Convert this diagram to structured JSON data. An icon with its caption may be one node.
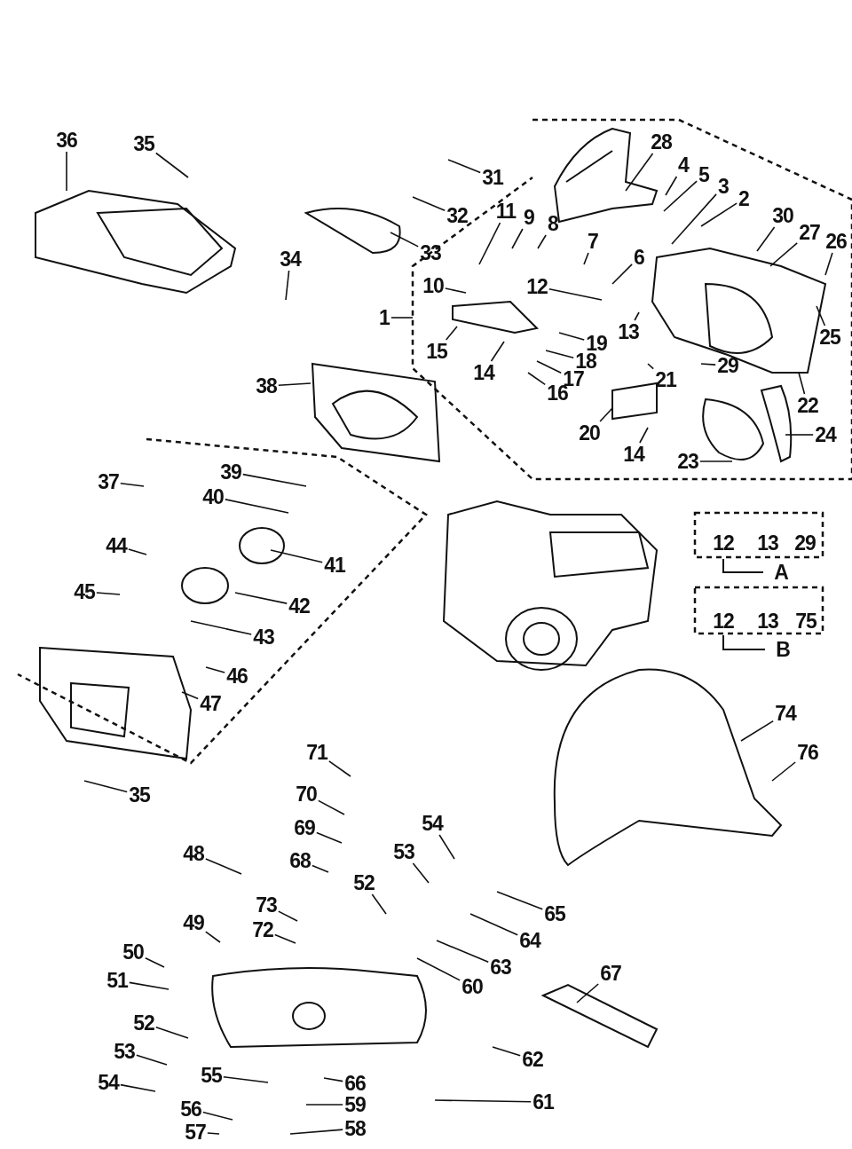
{
  "diagram": {
    "nodes": [
      {
        "text": [
          "36"
        ]
      },
      {
        "text": [
          "35"
        ]
      },
      {
        "text": [
          "31"
        ]
      },
      {
        "text": [
          "32"
        ]
      },
      {
        "text": [
          "33"
        ]
      },
      {
        "text": [
          "34"
        ]
      },
      {
        "text": [
          "28"
        ]
      },
      {
        "text": [
          "4"
        ]
      },
      {
        "text": [
          "5"
        ]
      },
      {
        "text": [
          "3"
        ]
      },
      {
        "text": [
          "2"
        ]
      },
      {
        "text": [
          "30"
        ]
      },
      {
        "text": [
          "27"
        ]
      },
      {
        "text": [
          "26"
        ]
      },
      {
        "text": [
          "11"
        ]
      },
      {
        "text": [
          "9"
        ]
      },
      {
        "text": [
          "8"
        ]
      },
      {
        "text": [
          "7"
        ]
      },
      {
        "text": [
          "6"
        ]
      },
      {
        "text": [
          "10"
        ]
      },
      {
        "text": [
          "12"
        ]
      },
      {
        "text": [
          "1"
        ]
      },
      {
        "text": [
          "13"
        ]
      },
      {
        "text": [
          "25"
        ]
      },
      {
        "text": [
          "15"
        ]
      },
      {
        "text": [
          "19"
        ]
      },
      {
        "text": [
          "18"
        ]
      },
      {
        "text": [
          "14"
        ]
      },
      {
        "text": [
          "17"
        ]
      },
      {
        "text": [
          "16"
        ]
      },
      {
        "text": [
          "21"
        ]
      },
      {
        "text": [
          "29"
        ]
      },
      {
        "text": [
          "38"
        ]
      },
      {
        "text": [
          "22"
        ]
      },
      {
        "text": [
          "20"
        ]
      },
      {
        "text": [
          "24"
        ]
      },
      {
        "text": [
          "14"
        ]
      },
      {
        "text": [
          "23"
        ]
      },
      {
        "text": [
          "39"
        ]
      },
      {
        "text": [
          "37"
        ]
      },
      {
        "text": [
          "40"
        ]
      },
      {
        "text": [
          "44"
        ]
      },
      {
        "text": [
          "41"
        ]
      },
      {
        "text": [
          "45"
        ]
      },
      {
        "text": [
          "42"
        ]
      },
      {
        "text": [
          "43"
        ]
      },
      {
        "text": [
          "46"
        ]
      },
      {
        "text": [
          "47"
        ]
      },
      {
        "text": [
          "74"
        ]
      },
      {
        "text": [
          "71"
        ]
      },
      {
        "text": [
          "76"
        ]
      },
      {
        "text": [
          "35"
        ]
      },
      {
        "text": [
          "70"
        ]
      },
      {
        "text": [
          "69"
        ]
      },
      {
        "text": [
          "54"
        ]
      },
      {
        "text": [
          "48"
        ]
      },
      {
        "text": [
          "68"
        ]
      },
      {
        "text": [
          "53"
        ]
      },
      {
        "text": [
          "52"
        ]
      },
      {
        "text": [
          "73"
        ]
      },
      {
        "text": [
          "65"
        ]
      },
      {
        "text": [
          "49"
        ]
      },
      {
        "text": [
          "72"
        ]
      },
      {
        "text": [
          "64"
        ]
      },
      {
        "text": [
          "50"
        ]
      },
      {
        "text": [
          "63"
        ]
      },
      {
        "text": [
          "67"
        ]
      },
      {
        "text": [
          "51"
        ]
      },
      {
        "text": [
          "60"
        ]
      },
      {
        "text": [
          "52"
        ]
      },
      {
        "text": [
          "53"
        ]
      },
      {
        "text": [
          "62"
        ]
      },
      {
        "text": [
          "55"
        ]
      },
      {
        "text": [
          "66"
        ]
      },
      {
        "text": [
          "54"
        ]
      },
      {
        "text": [
          "56"
        ]
      },
      {
        "text": [
          "59"
        ]
      },
      {
        "text": [
          "61"
        ]
      },
      {
        "text": [
          "57"
        ]
      },
      {
        "text": [
          "58"
        ]
      }
    ],
    "edges": [
      {
        "from": 0,
        "to": null,
        "arrow": "none"
      },
      {
        "from": 1,
        "to": null,
        "arrow": "none"
      },
      {
        "from": 2,
        "to": null,
        "arrow": "none"
      },
      {
        "from": 3,
        "to": null,
        "arrow": "none"
      },
      {
        "from": 4,
        "to": null,
        "arrow": "none"
      },
      {
        "from": 5,
        "to": null,
        "arrow": "none"
      },
      {
        "from": 6,
        "to": null,
        "arrow": "none"
      },
      {
        "from": 7,
        "to": null,
        "arrow": "none"
      },
      {
        "from": 8,
        "to": null,
        "arrow": "none"
      },
      {
        "from": 9,
        "to": null,
        "arrow": "none"
      },
      {
        "from": 10,
        "to": null,
        "arrow": "none"
      },
      {
        "from": 11,
        "to": null,
        "arrow": "none"
      },
      {
        "from": 12,
        "to": null,
        "arrow": "none"
      },
      {
        "from": 13,
        "to": null,
        "arrow": "none"
      },
      {
        "from": 14,
        "to": null,
        "arrow": "none"
      },
      {
        "from": 15,
        "to": null,
        "arrow": "none"
      },
      {
        "from": 16,
        "to": null,
        "arrow": "none"
      },
      {
        "from": 17,
        "to": null,
        "arrow": "none"
      },
      {
        "from": 18,
        "to": null,
        "arrow": "none"
      },
      {
        "from": 19,
        "to": null,
        "arrow": "none"
      },
      {
        "from": 20,
        "to": null,
        "arrow": "none"
      },
      {
        "from": 21,
        "to": null,
        "arrow": "none"
      },
      {
        "from": 22,
        "to": null,
        "arrow": "none"
      },
      {
        "from": 23,
        "to": null,
        "arrow": "none"
      },
      {
        "from": 24,
        "to": null,
        "arrow": "none"
      },
      {
        "from": 25,
        "to": null,
        "arrow": "none"
      },
      {
        "from": 26,
        "to": null,
        "arrow": "none"
      },
      {
        "from": 27,
        "to": null,
        "arrow": "none"
      },
      {
        "from": 28,
        "to": null,
        "arrow": "none"
      },
      {
        "from": 29,
        "to": null,
        "arrow": "none"
      },
      {
        "from": 30,
        "to": null,
        "arrow": "none"
      },
      {
        "from": 31,
        "to": null,
        "arrow": "none"
      },
      {
        "from": 32,
        "to": null,
        "arrow": "none"
      },
      {
        "from": 33,
        "to": null,
        "arrow": "none"
      },
      {
        "from": 34,
        "to": null,
        "arrow": "none"
      },
      {
        "from": 35,
        "to": null,
        "arrow": "none"
      },
      {
        "from": 36,
        "to": null,
        "arrow": "none"
      },
      {
        "from": 37,
        "to": null,
        "arrow": "none"
      },
      {
        "from": 38,
        "to": null,
        "arrow": "none"
      },
      {
        "from": 39,
        "to": null,
        "arrow": "none"
      },
      {
        "from": 40,
        "to": null,
        "arrow": "none"
      },
      {
        "from": 41,
        "to": null,
        "arrow": "none"
      },
      {
        "from": 42,
        "to": null,
        "arrow": "none"
      },
      {
        "from": 43,
        "to": null,
        "arrow": "none"
      },
      {
        "from": 44,
        "to": null,
        "arrow": "none"
      },
      {
        "from": 45,
        "to": null,
        "arrow": "none"
      },
      {
        "from": 46,
        "to": null,
        "arrow": "none"
      },
      {
        "from": 47,
        "to": null,
        "arrow": "none"
      },
      {
        "from": 48,
        "to": null,
        "arrow": "none"
      },
      {
        "from": 49,
        "to": null,
        "arrow": "none"
      },
      {
        "from": 50,
        "to": null,
        "arrow": "none"
      },
      {
        "from": 51,
        "to": null,
        "arrow": "none"
      },
      {
        "from": 52,
        "to": null,
        "arrow": "none"
      },
      {
        "from": 53,
        "to": null,
        "arrow": "none"
      },
      {
        "from": 54,
        "to": null,
        "arrow": "none"
      },
      {
        "from": 55,
        "to": null,
        "arrow": "none"
      },
      {
        "from": 56,
        "to": null,
        "arrow": "none"
      },
      {
        "from": 57,
        "to": null,
        "arrow": "none"
      },
      {
        "from": 58,
        "to": null,
        "arrow": "none"
      },
      {
        "from": 59,
        "to": null,
        "arrow": "none"
      },
      {
        "from": 60,
        "to": null,
        "arrow": "none"
      },
      {
        "from": 61,
        "to": null,
        "arrow": "none"
      },
      {
        "from": 62,
        "to": null,
        "arrow": "none"
      },
      {
        "from": 63,
        "to": null,
        "arrow": "none"
      },
      {
        "from": 64,
        "to": null,
        "arrow": "none"
      },
      {
        "from": 65,
        "to": null,
        "arrow": "none"
      },
      {
        "from": 66,
        "to": null,
        "arrow": "none"
      },
      {
        "from": 67,
        "to": null,
        "arrow": "none"
      },
      {
        "from": 68,
        "to": null,
        "arrow": "none"
      },
      {
        "from": 69,
        "to": null,
        "arrow": "none"
      },
      {
        "from": 70,
        "to": null,
        "arrow": "none"
      },
      {
        "from": 71,
        "to": null,
        "arrow": "none"
      },
      {
        "from": 72,
        "to": null,
        "arrow": "none"
      },
      {
        "from": 73,
        "to": null,
        "arrow": "none"
      },
      {
        "from": 74,
        "to": null,
        "arrow": "none"
      },
      {
        "from": 75,
        "to": null,
        "arrow": "none"
      },
      {
        "from": 76,
        "to": null,
        "arrow": "none"
      },
      {
        "from": 77,
        "to": null,
        "arrow": "none"
      },
      {
        "from": 78,
        "to": null,
        "arrow": "none"
      },
      {
        "from": 79,
        "to": null,
        "arrow": "none"
      }
    ],
    "labels": [
      "12",
      "13",
      "29",
      "A",
      "12",
      "13",
      "75",
      "B"
    ]
  }
}
